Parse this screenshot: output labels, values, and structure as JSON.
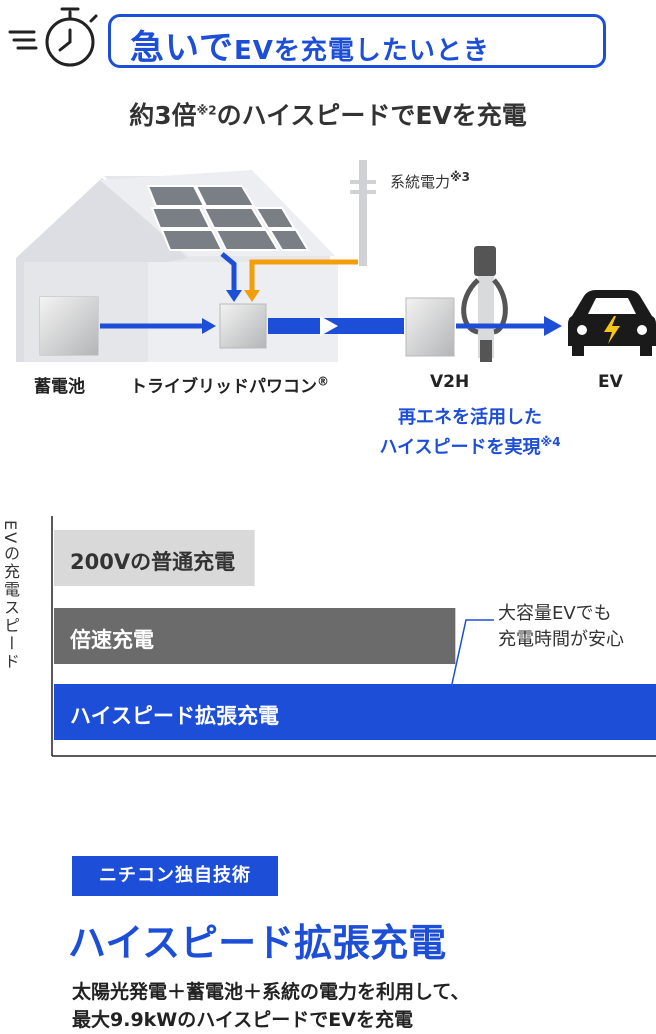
{
  "header": {
    "title_main": "急いで",
    "title_ev": "EVを充電したいとき",
    "icon": "stopwatch-icon"
  },
  "headline": {
    "text_before": "約3倍",
    "note": "※2",
    "text_after": "のハイスピードでEVを充電"
  },
  "diagram": {
    "grid_label": "系統電力",
    "grid_note": "※3",
    "labels": {
      "battery": "蓄電池",
      "tribrid": "トライブリッドパワコン",
      "tribrid_mark": "®",
      "v2h": "V2H",
      "ev": "EV"
    },
    "note_line1": "再エネを活用した",
    "note_line2": "ハイスピードを実現",
    "note_mark": "※4",
    "colors": {
      "blue": "#1d4ed8",
      "orange": "#f59e0b",
      "grey_house": "#d9dbe0"
    }
  },
  "chart_data": {
    "type": "bar",
    "orientation": "horizontal",
    "ylabel": "EVの充電スピード",
    "categories": [
      "200Vの普通充電",
      "倍速充電",
      "ハイスピード拡張充電"
    ],
    "values": [
      2,
      4,
      6
    ],
    "colors": [
      "#d9d9d9",
      "#6b6b6b",
      "#1d4ed8"
    ],
    "annotation": {
      "line1": "大容量EVでも",
      "line2": "充電時間が安心"
    }
  },
  "footer": {
    "badge": "ニチコン独自技術",
    "title": "ハイスピード拡張充電",
    "desc_line1": "太陽光発電＋蓄電池＋系統の電力を利用して、",
    "desc_line2": "最大9.9kWのハイスピードでEVを充電"
  }
}
